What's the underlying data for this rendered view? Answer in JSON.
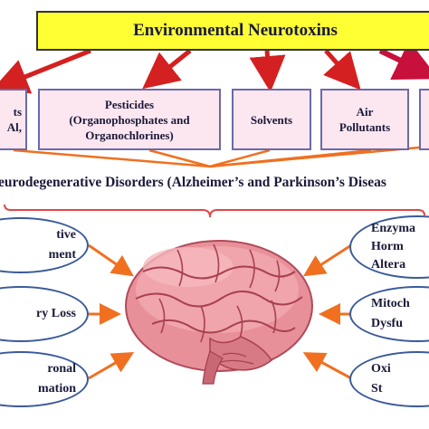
{
  "title": "Environmental Neurotoxins",
  "sources": [
    {
      "label": "ts\nAl,"
    },
    {
      "label": "Pesticides\n(Organophosphates  and\nOrganochlorines)"
    },
    {
      "label": "Solvents"
    },
    {
      "label": "Air\nPollutants"
    },
    {
      "label": ""
    }
  ],
  "disorders_label": "eurodegenerative Disorders (Alzheimer’s and Parkinson’s Diseas",
  "left_effects": [
    {
      "label": "tive\nment"
    },
    {
      "label": "ry Loss"
    },
    {
      "label": "ronal\nmation"
    }
  ],
  "right_effects": [
    {
      "label": "Enzyma\nHorm\nAltera"
    },
    {
      "label": "Mitoch\nDysfu"
    },
    {
      "label": "Oxi\nSt"
    }
  ],
  "brain": {
    "icon": "brain-icon"
  },
  "colors": {
    "title_bg": "#ffff33",
    "source_bg": "#fce6f0",
    "arrow_red": "#d42020",
    "arrow_orange": "#f07020",
    "arrow_crimson": "#c8103c",
    "ellipse_border": "#3a5a9a"
  }
}
